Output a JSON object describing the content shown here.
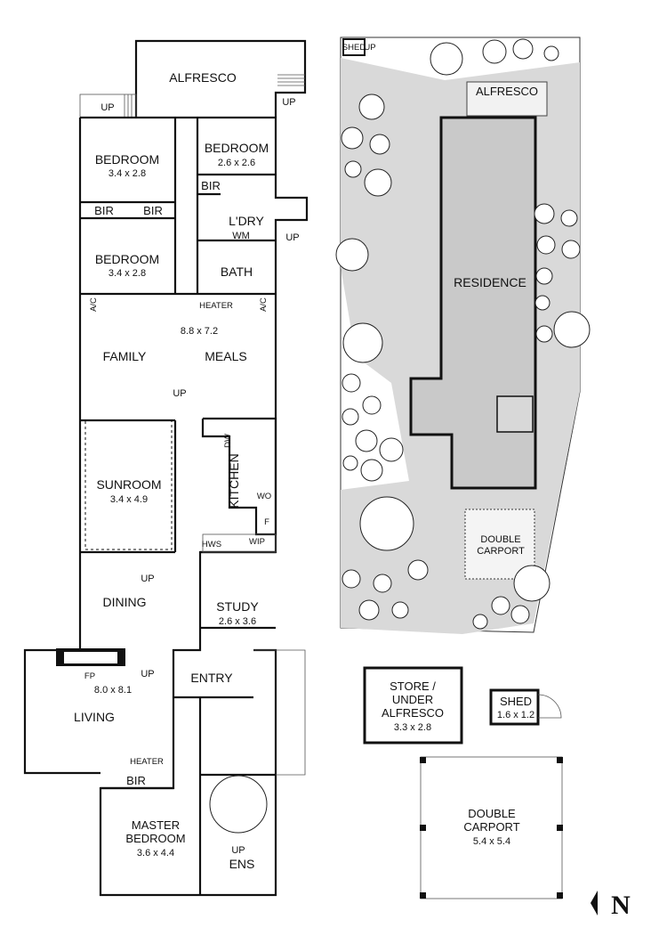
{
  "left_plan": {
    "alfresco": "ALFRESCO",
    "up_labels": [
      "UP",
      "UP",
      "UP",
      "UP",
      "UP",
      "UP",
      "UP"
    ],
    "bedroom1": {
      "name": "BEDROOM",
      "size": "3.4 x 2.8"
    },
    "bedroom2": {
      "name": "BEDROOM",
      "size": "2.6 x 2.6"
    },
    "bedroom3": {
      "name": "BEDROOM",
      "size": "3.4 x 2.8"
    },
    "bir": "BIR",
    "laundry": "L'DRY",
    "wm": "WM",
    "bath": "BATH",
    "heater": "HEATER",
    "ac": "A/C",
    "family": "FAMILY",
    "meals": "MEALS",
    "meals_size": "8.8 x 7.2",
    "sunroom": {
      "name": "SUNROOM",
      "size": "3.4 x 4.9"
    },
    "kitchen": "KITCHEN",
    "dw": "DW",
    "wo": "WO",
    "f": "F",
    "hws": "HWS",
    "wip": "WIP",
    "dining": "DINING",
    "study": {
      "name": "STUDY",
      "size": "2.6 x 3.6"
    },
    "fp": "FP",
    "living": {
      "name": "LIVING",
      "size": "8.0 x 8.1"
    },
    "entry": "ENTRY",
    "master": {
      "name1": "MASTER",
      "name2": "BEDROOM",
      "size": "3.6 x 4.4"
    },
    "ens": "ENS"
  },
  "site_plan": {
    "shed": "SHED",
    "up": "UP",
    "alfresco": "ALFRESCO",
    "residence": "RESIDENCE",
    "double_carport1": "DOUBLE",
    "double_carport2": "CARPORT"
  },
  "outbuildings": {
    "store": {
      "line1": "STORE /",
      "line2": "UNDER",
      "line3": "ALFRESCO",
      "size": "3.3 x 2.8"
    },
    "shed": {
      "name": "SHED",
      "size": "1.6 x 1.2"
    },
    "carport": {
      "line1": "DOUBLE",
      "line2": "CARPORT",
      "size": "5.4 x 5.4"
    }
  },
  "north": "N"
}
